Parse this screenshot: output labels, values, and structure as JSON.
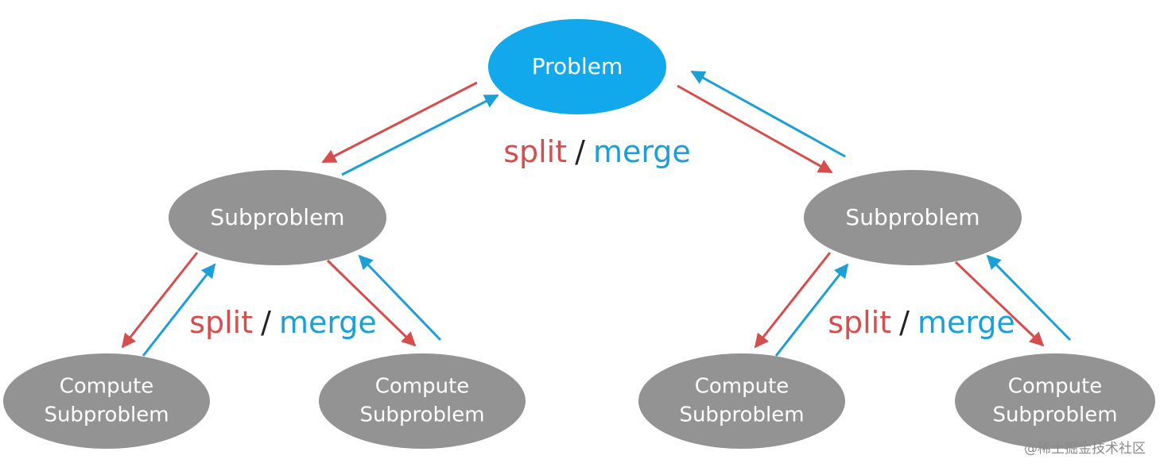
{
  "nodes": {
    "root": "Problem",
    "left": "Subproblem",
    "right": "Subproblem",
    "leaf_top": "Compute",
    "leaf_bottom": "Subproblem"
  },
  "ops": {
    "split": "split",
    "sep": "/",
    "merge": "merge"
  },
  "watermark": "@稀土掘金技术社区",
  "colors": {
    "root_fill": "#11a8ec",
    "node_fill": "#939393",
    "split": "#d64d4d",
    "merge": "#1a9fd6",
    "sep": "#222222"
  }
}
